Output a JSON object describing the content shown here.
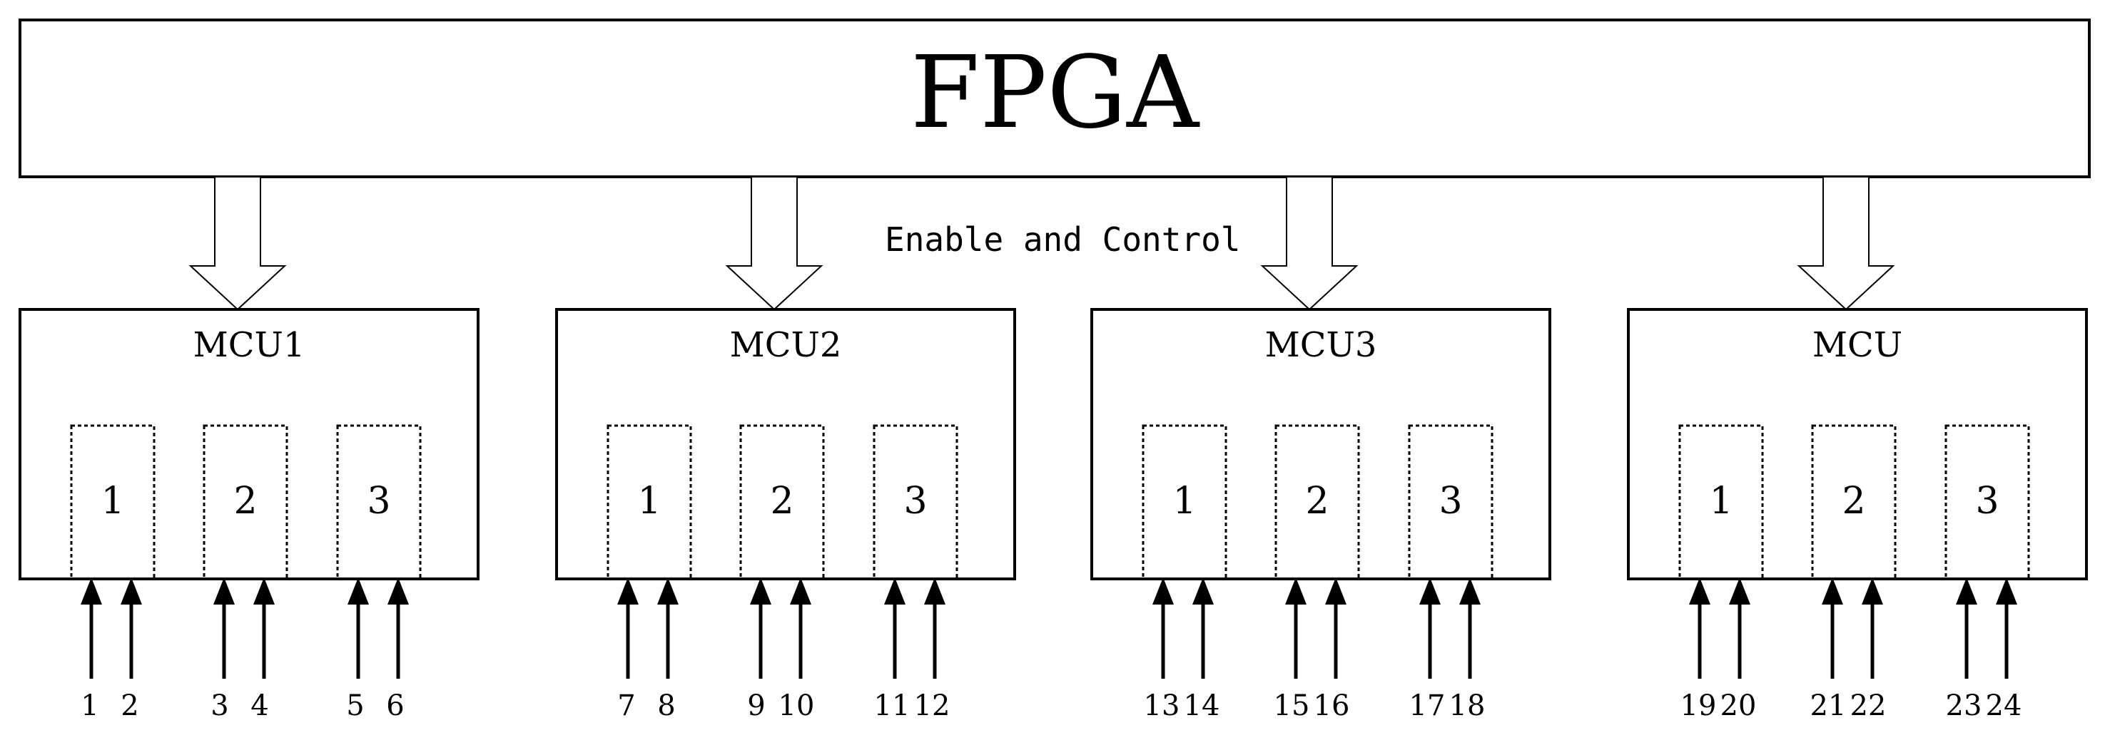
{
  "fpga": {
    "label": "FPGA"
  },
  "bus": {
    "label": "Enable and Control"
  },
  "mcus": [
    {
      "label": "MCU1",
      "modules": [
        "1",
        "2",
        "3"
      ],
      "inputs": [
        "1",
        "2",
        "3",
        "4",
        "5",
        "6"
      ]
    },
    {
      "label": "MCU2",
      "modules": [
        "1",
        "2",
        "3"
      ],
      "inputs": [
        "7",
        "8",
        "9",
        "10",
        "11",
        "12"
      ]
    },
    {
      "label": "MCU3",
      "modules": [
        "1",
        "2",
        "3"
      ],
      "inputs": [
        "13",
        "14",
        "15",
        "16",
        "17",
        "18"
      ]
    },
    {
      "label": "MCU",
      "modules": [
        "1",
        "2",
        "3"
      ],
      "inputs": [
        "19",
        "20",
        "21",
        "22",
        "23",
        "24"
      ]
    }
  ]
}
